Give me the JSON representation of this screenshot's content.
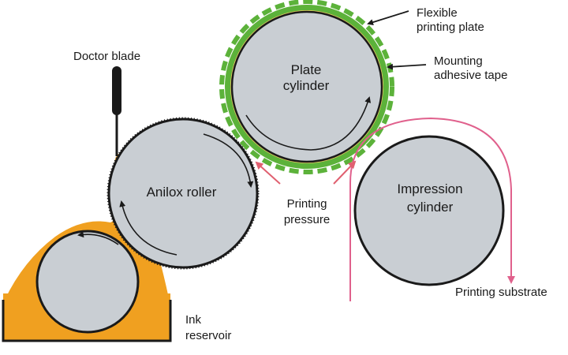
{
  "diagram": {
    "labels": {
      "flexible_printing_plate": [
        "Flexible",
        "printing plate"
      ],
      "mounting_adhesive_tape": [
        "Mounting",
        "adhesive tape"
      ],
      "plate_cylinder": [
        "Plate",
        "cylinder"
      ],
      "doctor_blade": "Doctor blade",
      "anilox_roller": "Anilox roller",
      "impression_cylinder": [
        "Impression",
        "cylinder"
      ],
      "printing_pressure": [
        "Printing",
        "pressure"
      ],
      "printing_substrate": "Printing substrate",
      "ink_reservoir": [
        "Ink",
        "reservoir"
      ]
    },
    "colors": {
      "cylinder_fill": "#c9ced3",
      "outline": "#1a1a1a",
      "ink": "#f0a020",
      "plate_green": "#5cb23a",
      "adhesive_tape": "#e8c860",
      "substrate_pink": "#e0608c",
      "pressure_arrow": "#e06070"
    }
  }
}
